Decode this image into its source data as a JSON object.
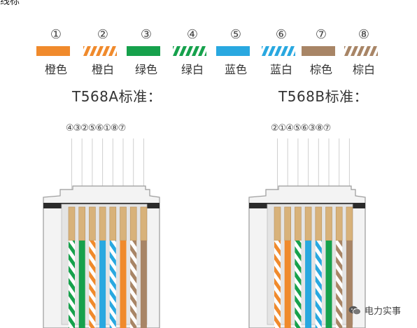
{
  "top_fragment": "线标",
  "legend": [
    {
      "num": "①",
      "label": "橙色",
      "color": "#f08a2c",
      "striped": false
    },
    {
      "num": "②",
      "label": "橙白",
      "color": "#f08a2c",
      "striped": true
    },
    {
      "num": "③",
      "label": "绿色",
      "color": "#16a14c",
      "striped": false
    },
    {
      "num": "④",
      "label": "绿白",
      "color": "#16a14c",
      "striped": true
    },
    {
      "num": "⑤",
      "label": "蓝色",
      "color": "#29a8e0",
      "striped": false
    },
    {
      "num": "⑥",
      "label": "蓝白",
      "color": "#29a8e0",
      "striped": true
    },
    {
      "num": "⑦",
      "label": "棕色",
      "color": "#a88566",
      "striped": false
    },
    {
      "num": "⑧",
      "label": "棕白",
      "color": "#a88566",
      "striped": true
    }
  ],
  "standards": [
    {
      "title": "T568A标准：",
      "order_text": "④③②⑤⑥①⑧⑦",
      "order": [
        4,
        3,
        2,
        5,
        6,
        1,
        8,
        7
      ]
    },
    {
      "title": "T568B标准：",
      "order_text": "②①④⑤⑥③⑧⑦",
      "order": [
        2,
        1,
        4,
        5,
        6,
        3,
        8,
        7
      ]
    }
  ],
  "watermark": {
    "text": "电力实事",
    "icon": "wechat-icon"
  }
}
